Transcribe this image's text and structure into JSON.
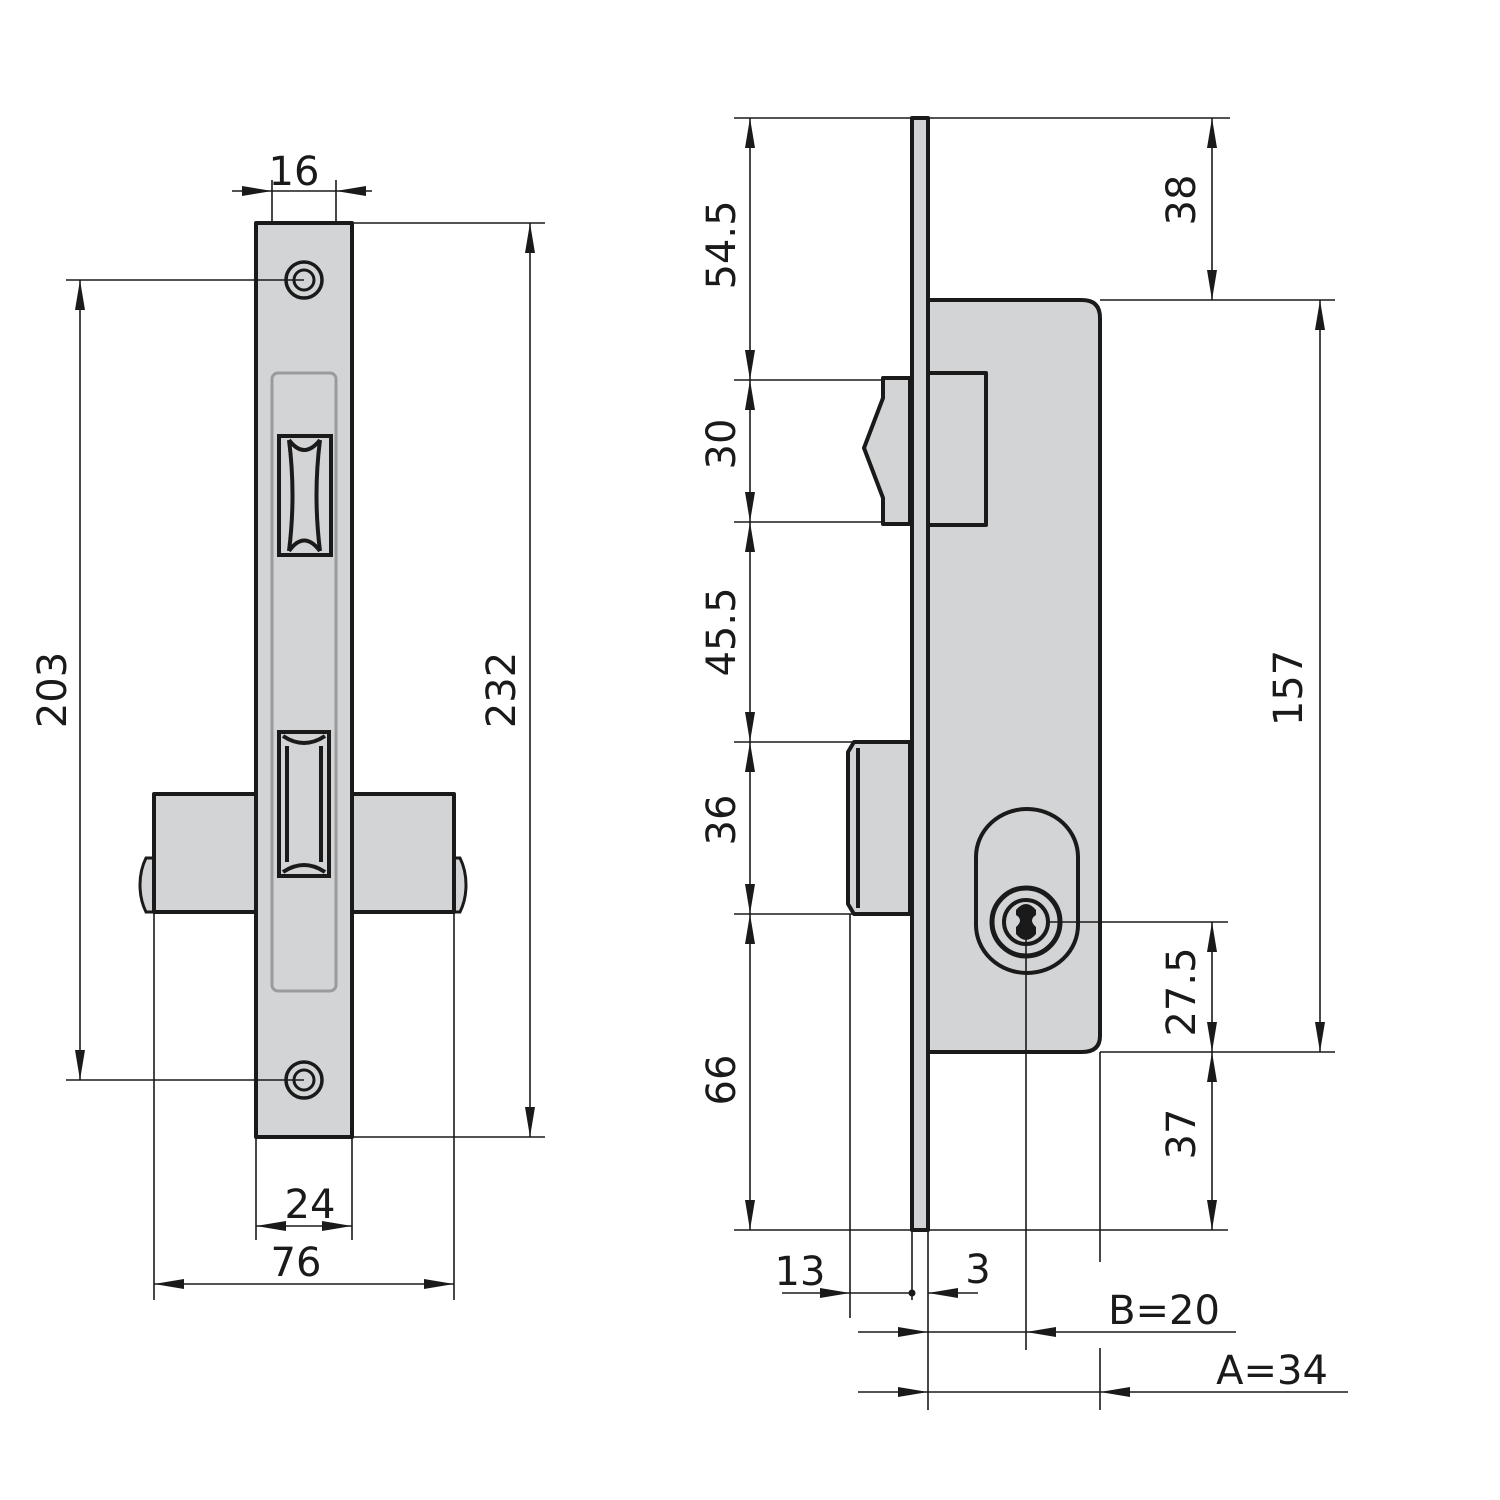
{
  "front_view": {
    "dimensions": {
      "faceplate_width": "16",
      "hole_spacing": "203",
      "faceplate_height": "232",
      "body_width": "24",
      "overall_width": "76"
    }
  },
  "side_view": {
    "dimensions": {
      "top_to_latch": "54.5",
      "latch_height": "30",
      "latch_to_bolt": "45.5",
      "bolt_height": "36",
      "bolt_to_bottom": "66",
      "top_to_case": "38",
      "case_height": "157",
      "keyhole_to_case_bottom": "27.5",
      "case_bottom_to_end": "37",
      "bolt_projection": "13",
      "faceplate_thickness": "3",
      "backset_b": "B=20",
      "backset_a": "A=34"
    }
  },
  "colors": {
    "metal": "#d3d4d6",
    "outline": "#1a1a1a",
    "recess": "#9a9b9d"
  }
}
